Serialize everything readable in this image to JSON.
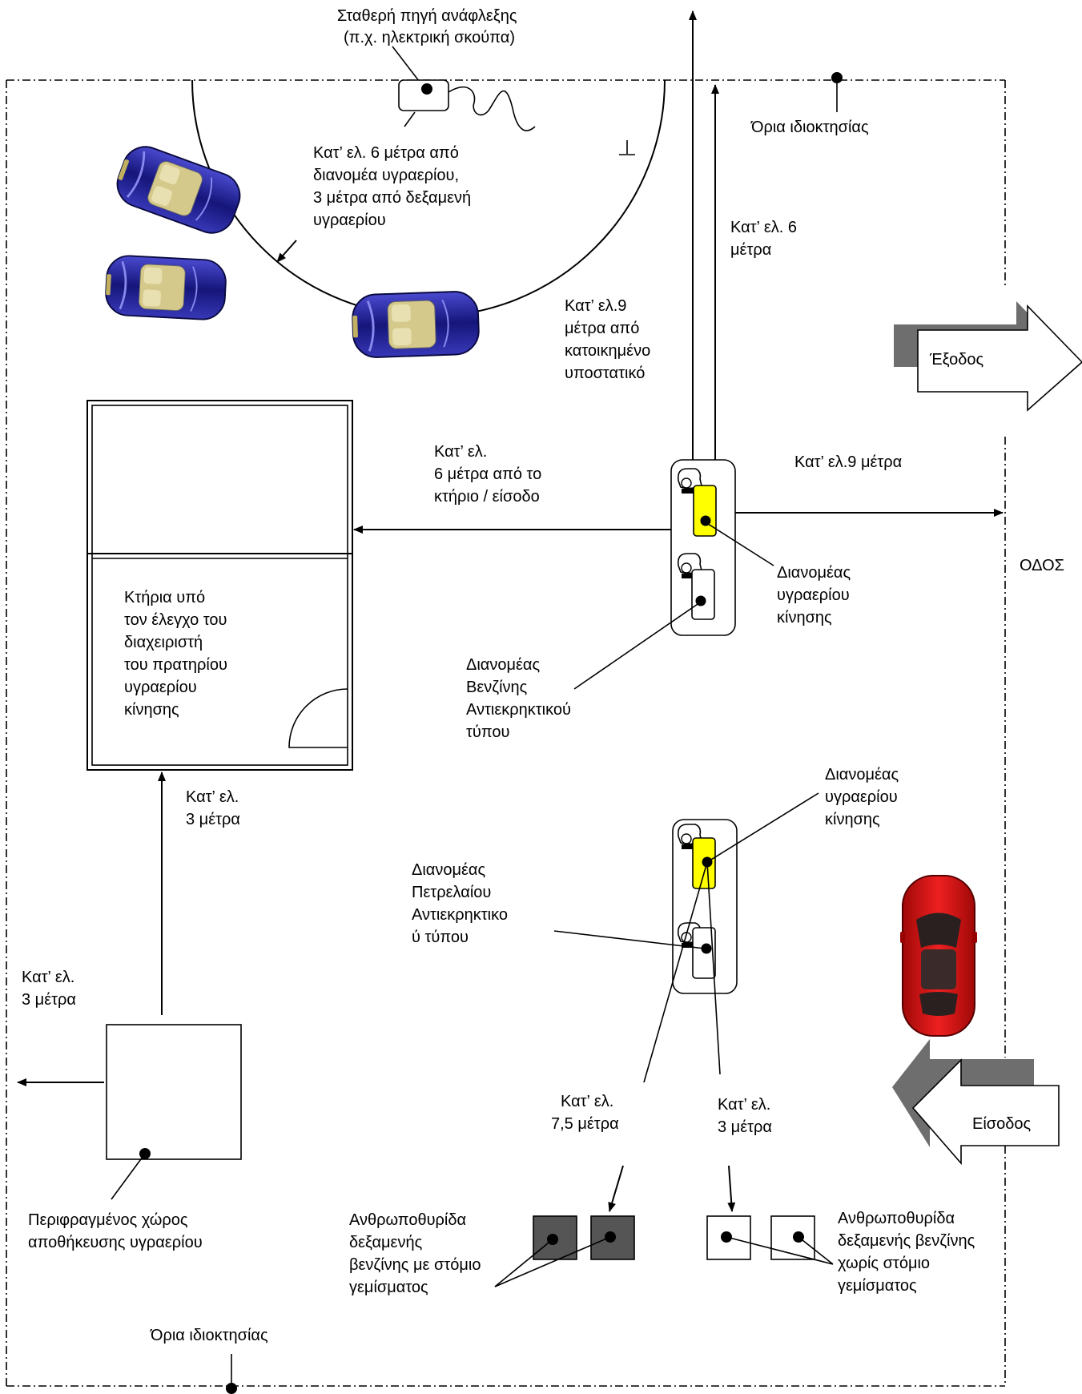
{
  "labels": {
    "ignition_source": [
      "Σταθερή πηγή ανάφλεξης",
      "(π.χ. ηλεκτρική σκούπα)"
    ],
    "distance_6_dispenser_3_tank": [
      "Κατ’ ελ. 6 μέτρα από",
      "διανομέα υγραερίου,",
      "3 μέτρα από δεξαμενή",
      "υγραερίου"
    ],
    "property_limits_top": "Όρια ιδιοκτησίας",
    "property_limits_bottom": "Όρια ιδιοκτησίας",
    "distance_6_m": [
      "Κατ’ ελ. 6",
      "μέτρα"
    ],
    "distance_9_residence": [
      "Κατ’ ελ.9",
      "μέτρα από",
      "κατοικημένο",
      "υποστατικό"
    ],
    "exit": "Έξοδος",
    "entrance": "Είσοδος",
    "road": "ΟΔΟΣ",
    "distance_6_building": [
      "Κατ’ ελ.",
      "6 μέτρα από το",
      "κτήριο / είσοδο"
    ],
    "distance_9_road": "Κατ’ ελ.9 μέτρα",
    "lpg_dispenser_1": [
      "Διανομέας",
      "υγραερίου",
      "κίνησης"
    ],
    "lpg_dispenser_2": [
      "Διανομέας",
      "υγραερίου",
      "κίνησης"
    ],
    "buildings": [
      "Κτήρια υπό",
      "τον έλεγχο του",
      "διαχειριστή",
      "του πρατηρίου",
      "υγραερίου",
      "κίνησης"
    ],
    "petrol_dispenser": [
      "Διανομέας",
      "Βενζίνης",
      "Αντιεκρηκτικού",
      "τύπου"
    ],
    "diesel_dispenser": [
      "Διανομέας",
      "Πετρελαίου",
      "Αντιεκρηκτικο",
      "ύ τύπου"
    ],
    "distance_3_building": [
      "Κατ’ ελ.",
      "3 μέτρα"
    ],
    "distance_3_boundary": [
      "Κατ’ ελ.",
      "3 μέτρα"
    ],
    "distance_7_5": [
      "Κατ’ ελ.",
      "7,5 μέτρα"
    ],
    "distance_3_manhole": [
      "Κατ’ ελ.",
      "3 μέτρα"
    ],
    "lpg_storage": [
      "Περιφραγμένος χώρος",
      "αποθήκευσης υγραερίου"
    ],
    "manhole_with_fill": [
      "Ανθρωποθυρίδα",
      "δεξαμενής",
      "βενζίνης με στόμιο",
      "γεμίσματος"
    ],
    "manhole_without_fill": [
      "Ανθρωποθυρίδα",
      "δεξαμενής βενζίνης",
      "χωρίς στόμιο",
      "γεμίσματος"
    ]
  },
  "colors": {
    "lpg_dispenser": "#ffff00",
    "manhole_with_fill": "#555555",
    "car_blue": "#1c1c8c",
    "car_red": "#d01010",
    "arrow_shadow": "#6e6e6e"
  }
}
